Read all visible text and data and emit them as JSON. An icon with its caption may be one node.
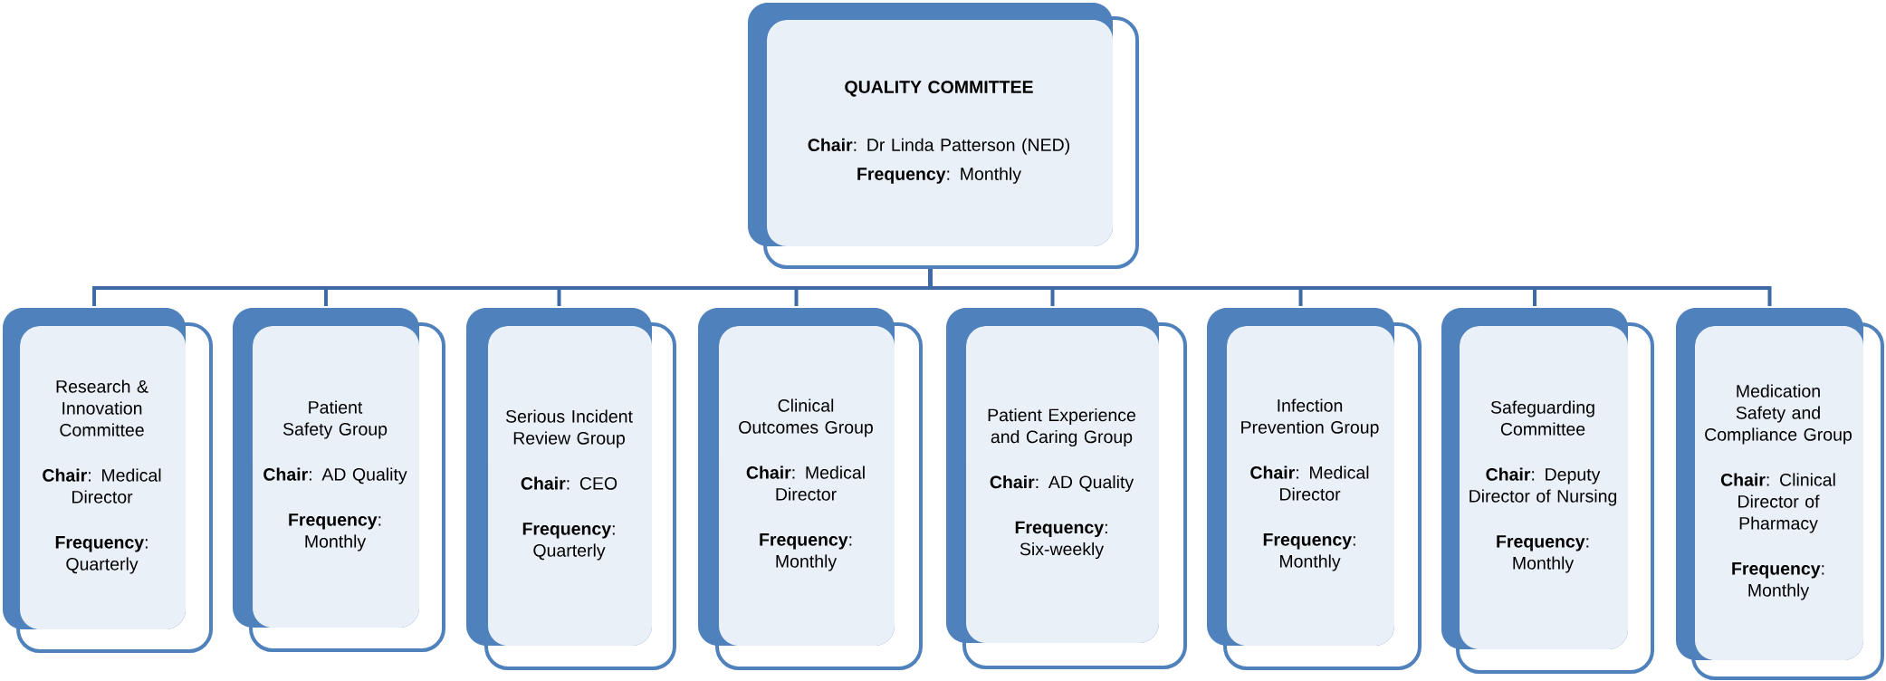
{
  "diagram": {
    "nodes": [
      {
        "text": [
          "QUALITY COMMITTEE",
          "**Chair**: Dr Linda Patterson (NED)",
          "**Frequency**: Monthly"
        ]
      },
      {
        "text": [
          "Research & Innovation Committee",
          "**Chair**:  Medical Director",
          "**Frequency**: Quarterly"
        ]
      },
      {
        "text": [
          "Patient Safety Group",
          "**Chair**: AD Quality",
          "**Frequency**: Monthly"
        ]
      },
      {
        "text": [
          "Serious Incident Review Group",
          "**Chair**: CEO",
          "**Frequency**: Quarterly"
        ]
      },
      {
        "text": [
          "Clinical Outcomes Group",
          "**Chair**: Medical Director",
          "**Frequency**: Monthly"
        ]
      },
      {
        "text": [
          "Patient Experience and Caring Group",
          "**Chair**: AD Quality",
          "**Frequency**: Six-weekly"
        ]
      },
      {
        "text": [
          "Infection Prevention Group",
          "**Chair**: Medical Director",
          "**Frequency**: Monthly"
        ]
      },
      {
        "text": [
          "Safeguarding Committee",
          "**Chair**: Deputy Director of Nursing",
          "**Frequency**: Monthly"
        ]
      },
      {
        "text": [
          "Medication Safety and Compliance Group",
          "**Chair**: Clinical Director of Pharmacy",
          "**Frequency**: Monthly"
        ]
      }
    ],
    "edges": [
      {
        "from": 0,
        "to": 1,
        "arrow": "none"
      },
      {
        "from": 0,
        "to": 2,
        "arrow": "none"
      },
      {
        "from": 0,
        "to": 3,
        "arrow": "none"
      },
      {
        "from": 0,
        "to": 4,
        "arrow": "none"
      },
      {
        "from": 0,
        "to": 5,
        "arrow": "none"
      },
      {
        "from": 0,
        "to": 6,
        "arrow": "none"
      },
      {
        "from": 0,
        "to": 7,
        "arrow": "none"
      },
      {
        "from": 0,
        "to": 8,
        "arrow": "none"
      }
    ]
  }
}
